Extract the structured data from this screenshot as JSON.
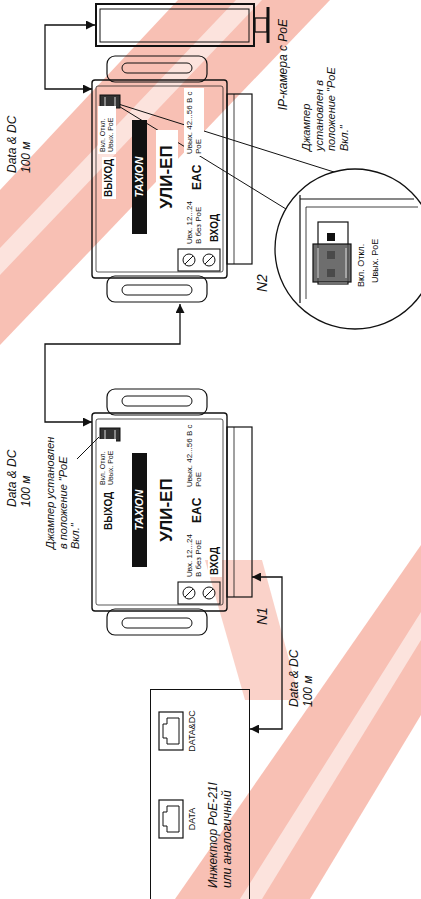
{
  "diagram": {
    "nodes": [
      {
        "text": [
          "Инжектор PoE-21I или аналогичный",
          "DATA&DC",
          "DATA"
        ]
      },
      {
        "text": [
          "N1",
          "ВЫХОД",
          "Вкл. Откл. Uвых. PoE",
          "TAXION",
          "УЛИ-ЕП",
          "EAC",
          "Uвых. 42...56 В с PoE",
          "Uвх. 12...24 В без PoE",
          "ВХОД"
        ]
      },
      {
        "text": [
          "N2",
          "ВЫХОД",
          "Вкл. Откл. Uвых. PoE",
          "TAXION",
          "УЛИ-ЕП",
          "EAC",
          "Uвых. 42...56 В с PoE",
          "Uвх. 12...24 В без PoE",
          "ВХОД"
        ]
      },
      {
        "text": [
          "IP-камера с PoE"
        ]
      }
    ],
    "edges": [
      {
        "from": 0,
        "to": 1,
        "label": "Data & DC 100 м",
        "arrow": "both"
      },
      {
        "from": 1,
        "to": 2,
        "label": "Data & DC 100 м",
        "arrow": "both"
      },
      {
        "from": 2,
        "to": 3,
        "label": "Data & DC 100 м",
        "arrow": "both"
      }
    ],
    "labels": [
      "Джампер установлен в положение \"PoE Вкл.\"",
      "Джампер установлен в положение \"PoE Вкл.\"",
      "Вкл. Откл.",
      "Uвых. PoE"
    ]
  }
}
